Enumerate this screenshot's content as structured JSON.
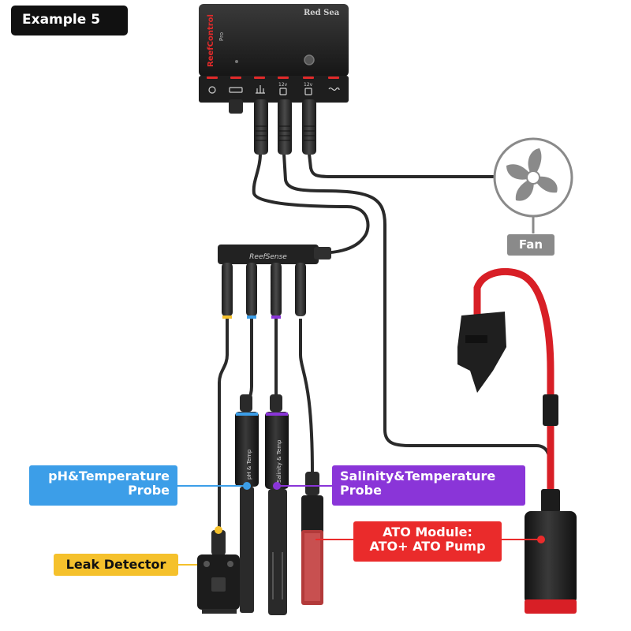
{
  "header": {
    "example_label": "Example 5"
  },
  "controller": {
    "brand_name": "ReefControl",
    "model": "Pro",
    "maker_logo": "Red Sea",
    "ports": [
      "gear-icon",
      "usb-icon",
      "sensor-hub-icon",
      "12v",
      "12v",
      "wave-icon"
    ],
    "port_voltage_label": "12v"
  },
  "hub": {
    "name": "ReefSense"
  },
  "probes": {
    "ph_temp": {
      "label_line1": "pH&Temperature",
      "label_line2": "Probe",
      "body_text": "pH & Temp"
    },
    "salinity_temp": {
      "label_line1": "Salinity&Temperature",
      "label_line2": "Probe",
      "body_text": "Salinity & Temp"
    }
  },
  "ato": {
    "label_line1": "ATO Module:",
    "label_line2": "ATO+ ATO Pump"
  },
  "leak": {
    "label": "Leak Detector"
  },
  "fan": {
    "label": "Fan"
  },
  "colors": {
    "ph_blue": "#3c9ee8",
    "salinity_purple": "#8a35d8",
    "ato_red": "#ea2b2b",
    "leak_yellow": "#f5c12c",
    "fan_gray": "#8a8a8a",
    "cable_black": "#2a2a2a",
    "ato_hose_red": "#d81f26"
  }
}
